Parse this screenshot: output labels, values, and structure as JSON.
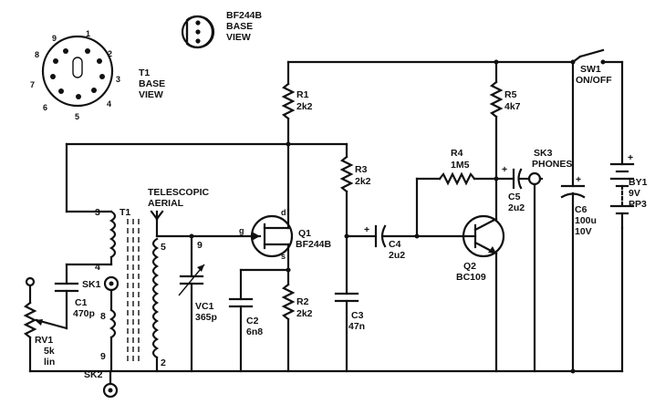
{
  "diagram": {
    "t1_pins": [
      "1",
      "2",
      "3",
      "4",
      "5",
      "6",
      "7",
      "8",
      "9"
    ],
    "t1_base_label": [
      "T1",
      "BASE",
      "VIEW"
    ],
    "bf244b_base_label": [
      "BF244B",
      "BASE",
      "VIEW"
    ],
    "aerial_label": [
      "TELESCOPIC",
      "AERIAL"
    ],
    "t1_winding_label": "T1",
    "t1_pin_numbers": {
      "p3": "3",
      "p4": "4",
      "p8": "8",
      "p9": "9",
      "p5": "5",
      "p2": "2",
      "p9b": "9"
    },
    "components": {
      "R1": [
        "R1",
        "2k2"
      ],
      "R2": [
        "R2",
        "2k2"
      ],
      "R3": [
        "R3",
        "2k2"
      ],
      "R4": [
        "R4",
        "1M5"
      ],
      "R5": [
        "R5",
        "4k7"
      ],
      "C1": [
        "C1",
        "470p"
      ],
      "C2": [
        "C2",
        "6n8"
      ],
      "C3": [
        "C3",
        "47n"
      ],
      "C4": [
        "C4",
        "2u2"
      ],
      "C5": [
        "C5",
        "2u2"
      ],
      "C6": [
        "C6",
        "100u",
        "10V"
      ],
      "VC1": [
        "VC1",
        "365p"
      ],
      "RV1": [
        "RV1",
        "5k",
        "lin"
      ],
      "Q1": [
        "Q1",
        "BF244B"
      ],
      "Q2": [
        "Q2",
        "BC109"
      ],
      "SW1": [
        "SW1",
        "ON/OFF"
      ],
      "BY1": [
        "BY1",
        "9V",
        "PP3"
      ],
      "SK1": "SK1",
      "SK2": "SK2",
      "SK3": [
        "SK3",
        "PHONES"
      ]
    },
    "q1_pins": {
      "d": "d",
      "g": "g",
      "s": "s"
    },
    "plus": "+"
  }
}
